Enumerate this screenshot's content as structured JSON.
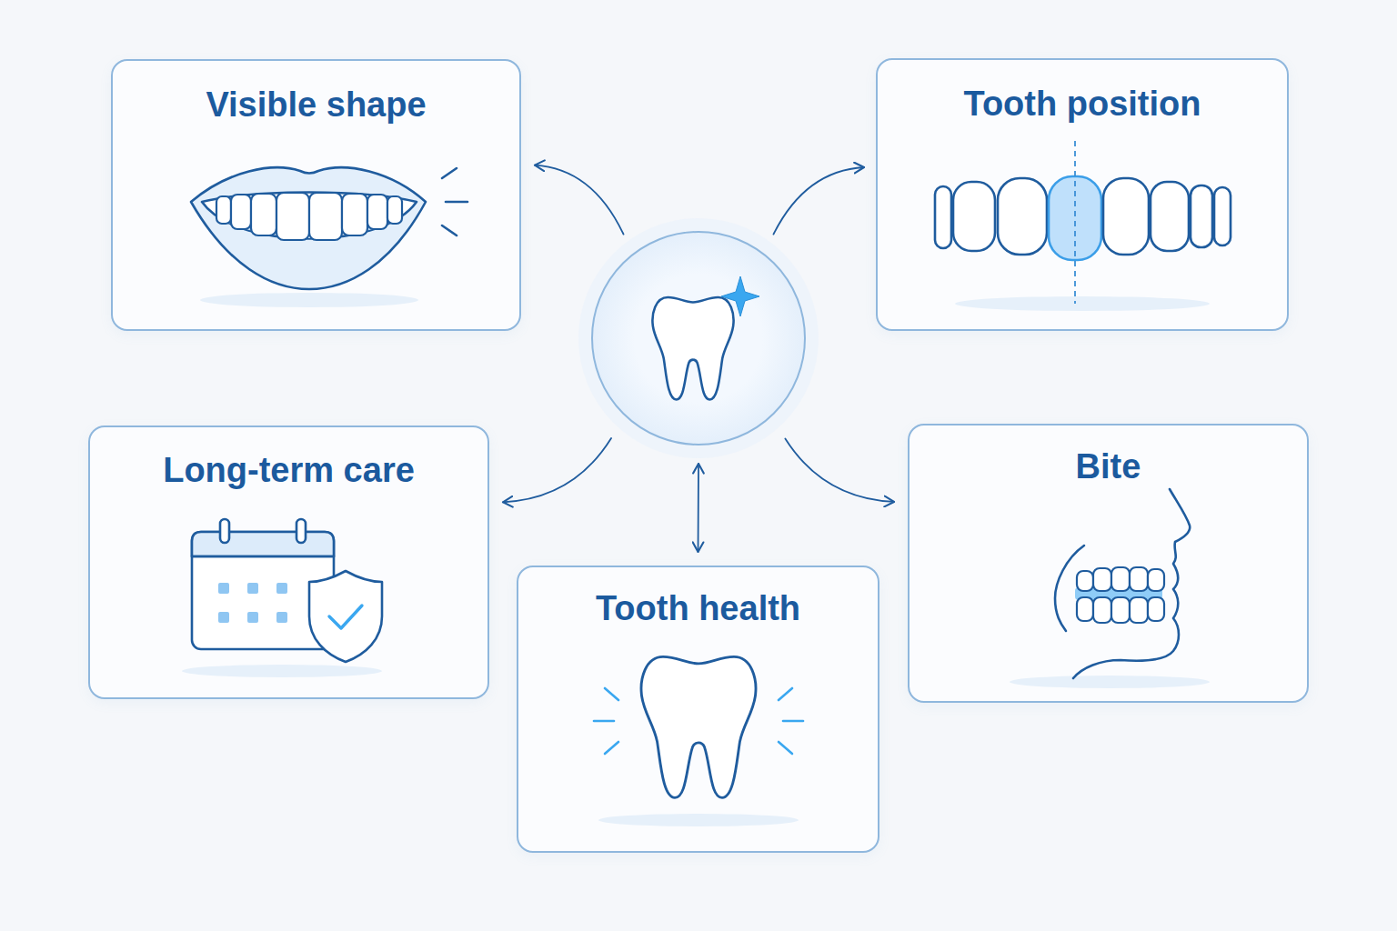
{
  "diagram": {
    "nodes": [
      {
        "text": [
          "Visible shape"
        ]
      },
      {
        "text": [
          "Tooth position"
        ]
      },
      {
        "text": []
      },
      {
        "text": [
          "Long-term care"
        ]
      },
      {
        "text": [
          "Bite"
        ]
      },
      {
        "text": [
          "Tooth health"
        ]
      }
    ],
    "edges": [
      {
        "from": 2,
        "to": 0,
        "arrow": "to"
      },
      {
        "from": 2,
        "to": 1,
        "arrow": "to"
      },
      {
        "from": 2,
        "to": 3,
        "arrow": "to"
      },
      {
        "from": 2,
        "to": 4,
        "arrow": "to"
      },
      {
        "from": 2,
        "to": 5,
        "arrow": "both"
      }
    ]
  }
}
